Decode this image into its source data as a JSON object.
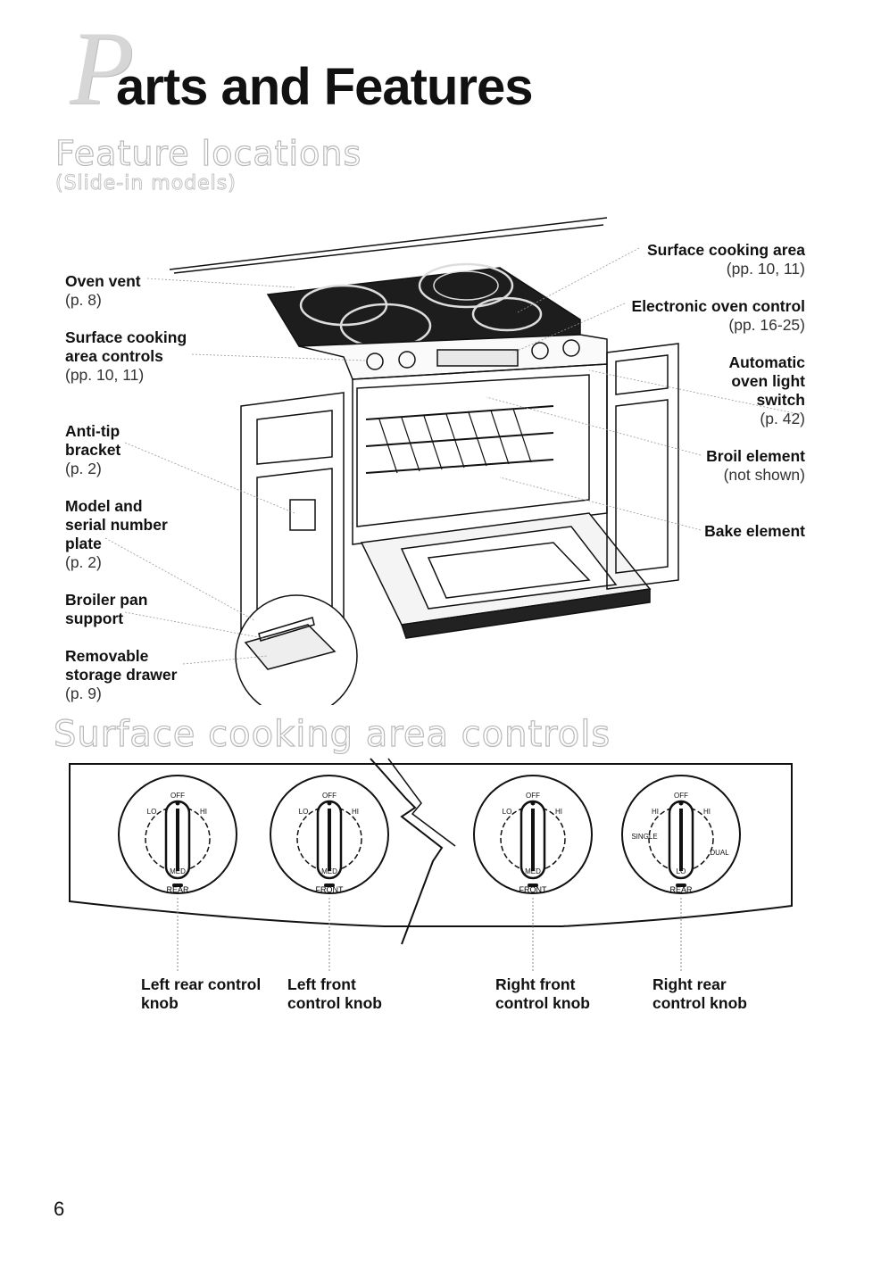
{
  "page": {
    "title_initial": "P",
    "title_rest": "arts and Features",
    "section_feature": "Feature locations",
    "section_feature_sub": "(Slide-in models)",
    "section_controls": "Surface cooking area controls",
    "page_number": "6"
  },
  "left_labels": [
    {
      "name": "Oven vent",
      "ref": "(p. 8)"
    },
    {
      "name": "Surface cooking area controls",
      "ref": "(pp. 10, 11)"
    },
    {
      "name": "Anti-tip bracket",
      "ref": "(p. 2)"
    },
    {
      "name": "Model and serial number plate",
      "ref": "(p. 2)"
    },
    {
      "name": "Broiler pan support",
      "ref": ""
    },
    {
      "name": "Removable storage drawer",
      "ref": "(p. 9)"
    }
  ],
  "right_labels": [
    {
      "name": "Surface cooking area",
      "ref": "(pp. 10, 11)"
    },
    {
      "name": "Electronic oven control",
      "ref": "(pp. 16-25)"
    },
    {
      "name": "Automatic oven light switch",
      "ref": "(p. 42)"
    },
    {
      "name": "Broil element",
      "ref": "(not shown)"
    },
    {
      "name": "Bake element",
      "ref": ""
    }
  ],
  "knobs": [
    {
      "caption": "Left rear control knob",
      "position": "REAR"
    },
    {
      "caption": "Left front control knob",
      "position": "FRONT"
    },
    {
      "caption": "Right front control knob",
      "position": "FRONT"
    },
    {
      "caption": "Right rear control knob",
      "position": "REAR"
    }
  ],
  "knob_marks": {
    "off": "OFF",
    "hi": "HI",
    "lo": "LO",
    "med": "MED",
    "single": "SINGLE",
    "dual": "DUAL"
  }
}
